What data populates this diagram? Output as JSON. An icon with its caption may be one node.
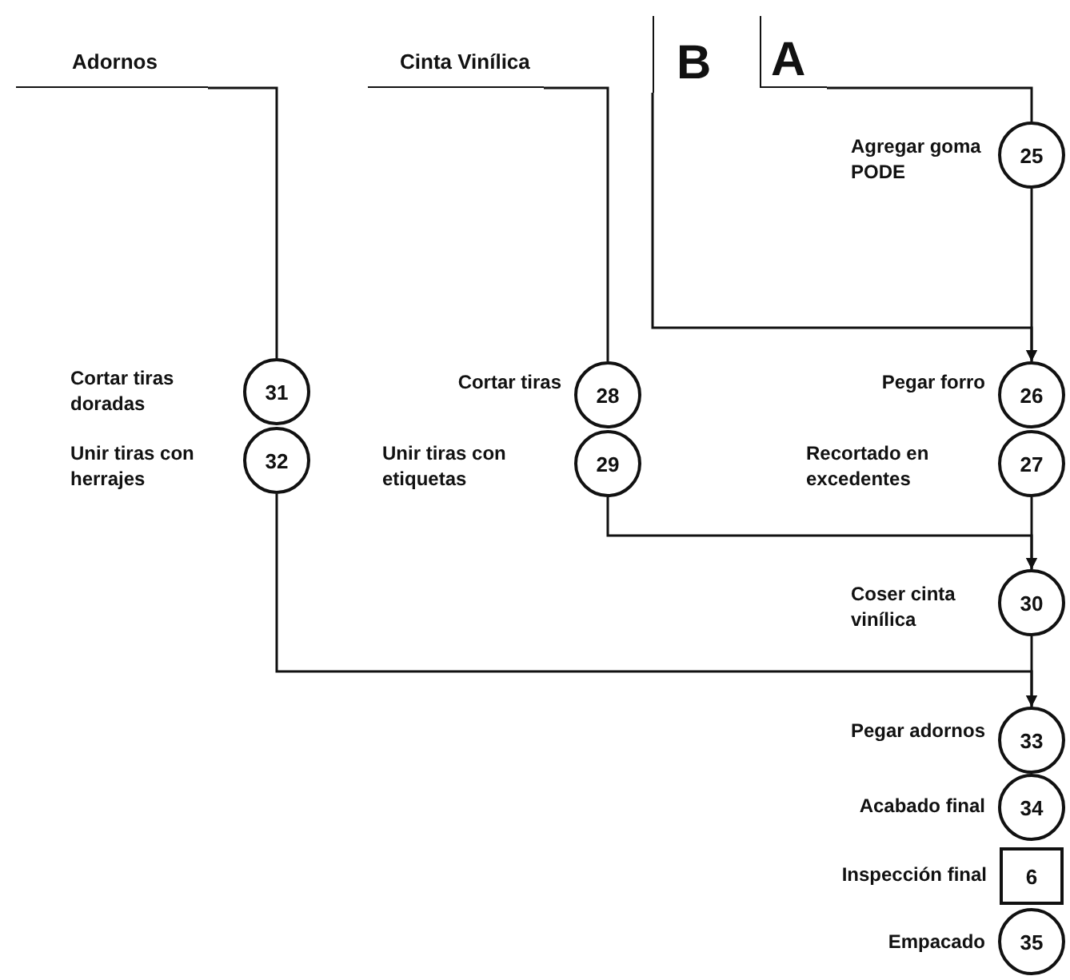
{
  "diagram": {
    "nodes": [
      {
        "text": [
          "Adornos"
        ]
      },
      {
        "text": [
          "Cinta Vinílica"
        ]
      },
      {
        "text": [
          "B"
        ]
      },
      {
        "text": [
          "A"
        ]
      },
      {
        "text": [
          "25"
        ],
        "beside": [
          "Agregar goma PODE"
        ]
      },
      {
        "text": [
          "31"
        ],
        "beside": [
          "Cortar tiras doradas"
        ]
      },
      {
        "text": [
          "32"
        ],
        "beside": [
          "Unir tiras con herrajes"
        ]
      },
      {
        "text": [
          "28"
        ],
        "beside": [
          "Cortar tiras"
        ]
      },
      {
        "text": [
          "29"
        ],
        "beside": [
          "Unir tiras con etiquetas"
        ]
      },
      {
        "text": [
          "26"
        ],
        "beside": [
          "Pegar forro"
        ]
      },
      {
        "text": [
          "27"
        ],
        "beside": [
          "Recortado en excedentes"
        ]
      },
      {
        "text": [
          "30"
        ],
        "beside": [
          "Coser cinta vinílica"
        ]
      },
      {
        "text": [
          "33"
        ],
        "beside": [
          "Pegar adornos"
        ]
      },
      {
        "text": [
          "34"
        ],
        "beside": [
          "Acabado final"
        ]
      },
      {
        "text": [
          "6"
        ],
        "beside": [
          "Inspección final"
        ]
      },
      {
        "text": [
          "35"
        ],
        "beside": [
          "Empacado"
        ]
      }
    ],
    "edges": [
      {
        "from": 3,
        "to": 4,
        "arrow": "none"
      },
      {
        "from": 4,
        "to": 9,
        "arrow": "to"
      },
      {
        "from": 2,
        "to": 9,
        "arrow": "to"
      },
      {
        "from": 0,
        "to": 5,
        "arrow": "none"
      },
      {
        "from": 1,
        "to": 7,
        "arrow": "none"
      },
      {
        "from": 10,
        "to": 11,
        "arrow": "to"
      },
      {
        "from": 8,
        "to": 11,
        "arrow": "to"
      },
      {
        "from": 11,
        "to": 12,
        "arrow": "to"
      },
      {
        "from": 6,
        "to": 12,
        "arrow": "to"
      }
    ]
  }
}
